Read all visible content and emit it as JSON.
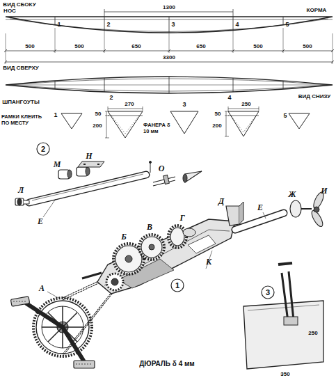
{
  "diagram": {
    "labels": [
      "ВИД СБОКУ",
      "НОС",
      "1300",
      "КОРМА",
      "1",
      "2",
      "3",
      "4",
      "5",
      "500",
      "500",
      "650",
      "650",
      "500",
      "500",
      "3300",
      "ВИД СВЕРХУ",
      "ВИД СНИЗУ",
      "ШПАНГОУТЫ",
      "1",
      "2",
      "3",
      "4",
      "5",
      "РАМКИ КЛЕИТЬ ПО МЕСТУ",
      "50",
      "270",
      "200",
      "ФАНЕРА δ 10 мм",
      "50",
      "250",
      "200",
      "2",
      "М",
      "Н",
      "О",
      "Л",
      "Е",
      "А",
      "Б",
      "В",
      "Г",
      "1",
      "Д",
      "Е",
      "Ж",
      "И",
      "К",
      "3",
      "350",
      "250",
      "ДЮРАЛЬ δ 4 мм"
    ]
  }
}
